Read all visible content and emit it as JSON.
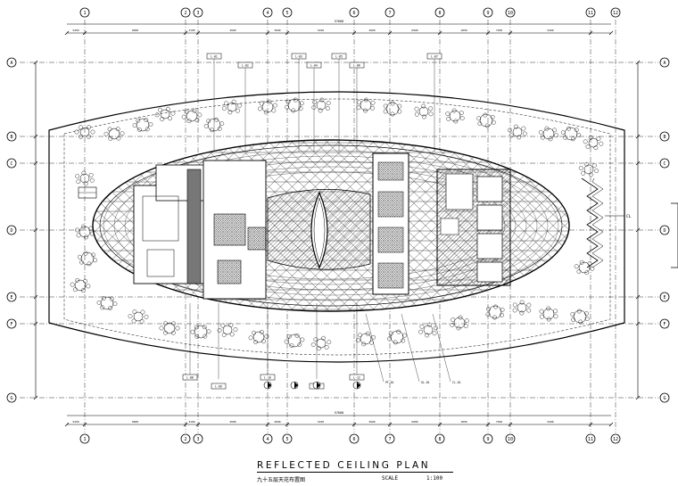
{
  "drawing": {
    "title": "REFLECTED   CEILING   PLAN",
    "subtitle_cn": "九十五层天花布置图",
    "scale_label": "SCALE",
    "scale_value": "1:100"
  },
  "grid": {
    "columns": [
      "1",
      "2",
      "3",
      "4",
      "5",
      "6",
      "7",
      "8",
      "9",
      "10",
      "11",
      "12"
    ],
    "rows": [
      "A",
      "B",
      "C",
      "D",
      "E",
      "F",
      "G"
    ]
  },
  "dimensions": {
    "overall": "57600",
    "segments": [
      "5450",
      "9900",
      "3100",
      "3600",
      "3600",
      "5100",
      "3600",
      "6900",
      "1850",
      "7300",
      "5400"
    ]
  },
  "annotations": {
    "top_tags": [
      "L-01",
      "L-02",
      "L-03",
      "L-04",
      "L-05",
      "L-06",
      "L-07"
    ],
    "bottom_tags": [
      "L-08",
      "L-09",
      "L-10",
      "L-11",
      "L-12"
    ],
    "right_tag": "CL",
    "bottom_notes": [
      "PT-01",
      "GL-01",
      "CL-01"
    ]
  }
}
